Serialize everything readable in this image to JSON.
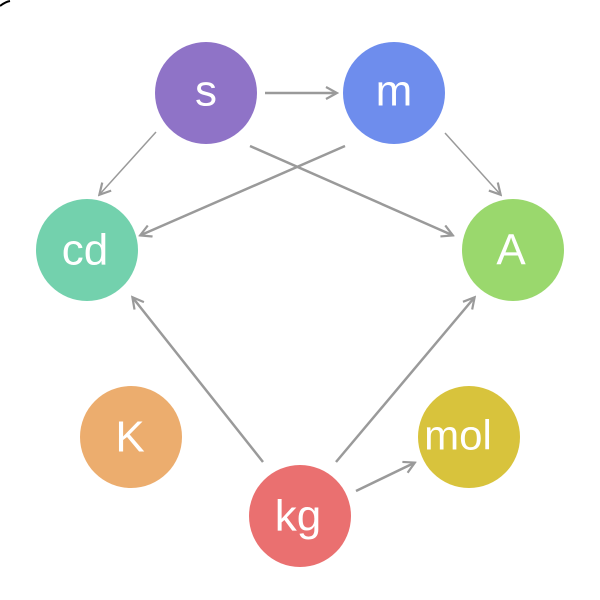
{
  "nodes": {
    "s": {
      "label": "s",
      "color": "#8f73c7"
    },
    "m": {
      "label": "m",
      "color": "#6e8ded"
    },
    "cd": {
      "label": "cd",
      "color": "#73d1ad"
    },
    "A": {
      "label": "A",
      "color": "#9ad86d"
    },
    "K": {
      "label": "K",
      "color": "#ecad6e"
    },
    "kg": {
      "label": "kg",
      "color": "#ea7070"
    },
    "mol": {
      "label": "mol",
      "color": "#d8c33c"
    }
  },
  "edges": [
    {
      "from": "s",
      "to": "m"
    },
    {
      "from": "s",
      "to": "cd"
    },
    {
      "from": "s",
      "to": "A"
    },
    {
      "from": "m",
      "to": "cd"
    },
    {
      "from": "m",
      "to": "A"
    },
    {
      "from": "kg",
      "to": "cd"
    },
    {
      "from": "kg",
      "to": "A"
    },
    {
      "from": "kg",
      "to": "mol"
    }
  ],
  "edge_color": "#9a9a9a"
}
